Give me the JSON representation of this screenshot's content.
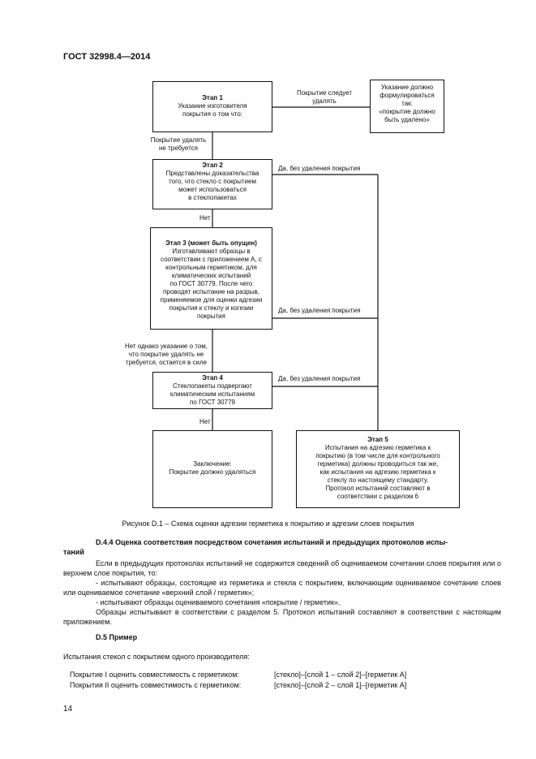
{
  "header": "ГОСТ 32998.4—2014",
  "flowchart": {
    "stage1": {
      "title": "Этап 1",
      "text": "Указание изготовителя\nпокрытия о том что:"
    },
    "stage1_right_label": "Покрытие следует\nудалять",
    "stage1_note": "Указание должно\nформулироваться\nтак:\n«покрытие должно\nбыть удалено»",
    "stage1_down_label": "Покрытие удалять\nне требуется",
    "stage2": {
      "title": "Этап 2",
      "text": "Представлены доказательства\nтого, что стекло с покрытием\nможет использоваться\nв  стеклопакетах"
    },
    "stage2_right_label": "Да, без удаления покрытия",
    "stage2_down_label": "Нет",
    "stage3": {
      "title": "Этап 3 (может быть опущен)",
      "text": "Изготавливают образцы в\nсоответствии с приложением А, с\nконтрольным герметиком, для\nклиматических испытаний\nпо ГОСТ 30779. После чего\nпроводят испытание на разрыв,\nприменяемое для оценки адгезии\nпокрытия к стеклу и когезии\nпокрытия"
    },
    "stage3_right_label": "Да, без удаления покрытия",
    "stage3_down_label": "Нет  однако указание о том,\nчто покрытие удалять не\nтребуется, остается в силе",
    "stage4": {
      "title": "Этап 4",
      "text": "Стеклопакеты подвергают\nклиматическим испытаниям\nпо ГОСТ 30779"
    },
    "stage4_right_label": "Да, без удаления покрытия",
    "stage4_down_label": "Нет",
    "conclusion": "Заключение:\nПокрытие должно удаляться",
    "stage5": {
      "title": "Этап 5",
      "text": "Испытания на адгезию герметика к\nпокрытию (в том числе для контрольного\nгерметика) должны проводиться так же,\nкак испытания на адгезию герметика к\nстеклу по настоящему стандарту.\nПротокол испытаний составляют в\nсоответствии с разделом 6"
    }
  },
  "caption": "Рисунок D.1 – Схема оценки адгезии герметика к покрытию и адгезии слоев покрытия",
  "section_d44": {
    "heading_1": "D.4.4 Оценка соответствия посредством сочетания испытаний и предыдущих протоколов испы-",
    "heading_2": "таний",
    "para1": "Если в предыдущих протоколах испытаний не содержится сведений об оцениваемом сочетании слоев покрытия или о верхнем слое покрытия, то:",
    "item1": "- испытывают образцы, состоящие из герметика и стекла с покрытием, включающим оцениваемое сочетание слоев или оцениваемое сочетание «верхний слой / герметик»;",
    "item2": "- испытывают образцы оцениваемого сочетания «покрытие / герметик».",
    "para2": "Образцы испытывают в соответствии с разделом 5. Протокол испытаний составляют в соответствии с настоящим приложением."
  },
  "section_d5": {
    "heading": "D.5 Пример",
    "intro": "Испытания стекол с покрытием одного производителя:",
    "rows": [
      {
        "label": "Покрытие I оценить совместимость с герметиком:",
        "value": "[стекло]–[слой 1 – слой 2]–[герметик А]"
      },
      {
        "label": "Покрытия II оценить совместимость с герметиком:",
        "value": "[стекло]–[слой 2 – слой 1]–[герметик А]"
      }
    ]
  },
  "page_number": "14"
}
